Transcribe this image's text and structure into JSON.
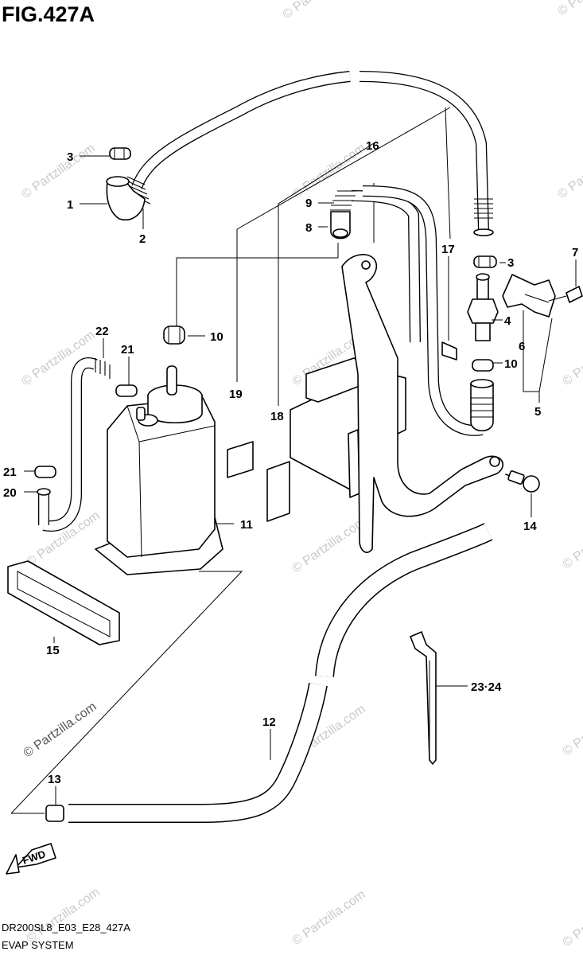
{
  "figure": {
    "title": "FIG.427A",
    "code": "DR200SL8_E03_E28_427A",
    "system_name": "EVAP SYSTEM",
    "direction_marker": "FWD",
    "watermark": "© Partzilla.com"
  },
  "callouts": {
    "c1": "1",
    "c2": "2",
    "c3a": "3",
    "c3b": "3",
    "c4": "4",
    "c5": "5",
    "c6": "6",
    "c7": "7",
    "c8": "8",
    "c9": "9",
    "c10a": "10",
    "c10b": "10",
    "c11": "11",
    "c12": "12",
    "c13": "13",
    "c14": "14",
    "c15": "15",
    "c16": "16",
    "c17": "17",
    "c18": "18",
    "c19": "19",
    "c20": "20",
    "c21a": "21",
    "c21b": "21",
    "c22": "22",
    "c23_24": "23·24"
  },
  "colors": {
    "line": "#000000",
    "background": "#ffffff",
    "watermark": "#c9c9c9"
  }
}
